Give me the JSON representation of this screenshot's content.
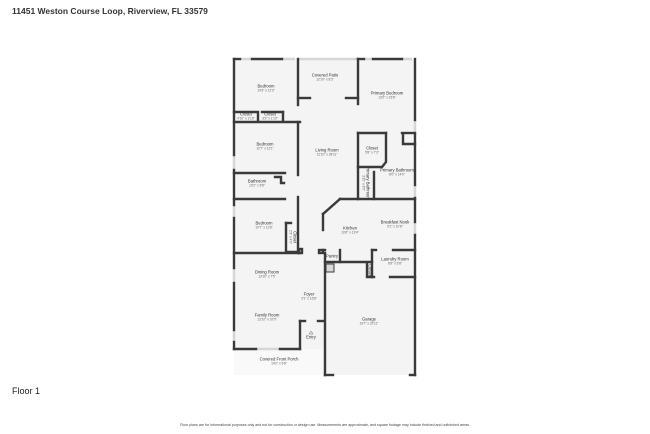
{
  "header": {
    "title": "11451 Weston Course Loop, Riverview, FL 33579"
  },
  "floor_label": "Floor 1",
  "disclaimer": "Floor plans are for informational purposes only and not for construction or design use. Measurements are approximate, and square footage may include finished and unfinished areas.",
  "colors": {
    "wall": "#3a3a3a",
    "floor": "#f4f4f4",
    "window": "#d6d6d6"
  },
  "rooms": [
    {
      "name": "Bedroom",
      "dims": "14'3\" x 12'3\""
    },
    {
      "name": "Covered Patio",
      "dims": "12'10\" x 8'3\""
    },
    {
      "name": "Primary Bedroom",
      "dims": "13'0\" x 15'8\""
    },
    {
      "name": "Closet",
      "dims": "4'10\" x 1'10\""
    },
    {
      "name": "Closet",
      "dims": "3'3\" x 1'10\""
    },
    {
      "name": "Bedroom",
      "dims": "12'7\" x 12'1\""
    },
    {
      "name": "Living Room",
      "dims": "12'10\" x 28'11\""
    },
    {
      "name": "Closet",
      "dims": "5'8\" x 7'3\""
    },
    {
      "name": "Primary Bathroom",
      "dims": "8'0\" x 14'0\""
    },
    {
      "name": "Primary Bathroom",
      "dims": "3'10\" x 8'0\""
    },
    {
      "name": "Bathroom",
      "dims": "10'2\" x 5'8\""
    },
    {
      "name": "Bedroom",
      "dims": "10'7\" x 11'8\""
    },
    {
      "name": "Closet",
      "dims": "2'3\" x 4'0\""
    },
    {
      "name": "Kitchen",
      "dims": "10'6\" x 13'4\""
    },
    {
      "name": "Breakfast Nook",
      "dims": "9'1\" x 10'8\""
    },
    {
      "name": "Pantry",
      "dims": ""
    },
    {
      "name": "Laundry Room",
      "dims": "8'9\" x 5'8\""
    },
    {
      "name": "Closet",
      "dims": ""
    },
    {
      "name": "Dining Room",
      "dims": "13'10\" x 7'5\""
    },
    {
      "name": "Foyer",
      "dims": "3'1\" x 16'8\""
    },
    {
      "name": "Family Room",
      "dims": "13'10\" x 10'0\""
    },
    {
      "name": "Garage",
      "dims": "19'7\" x 22'11\""
    },
    {
      "name": "Entry",
      "dims": ""
    },
    {
      "name": "Covered Front Porch",
      "dims": "14'2\" x 6'8\""
    }
  ]
}
